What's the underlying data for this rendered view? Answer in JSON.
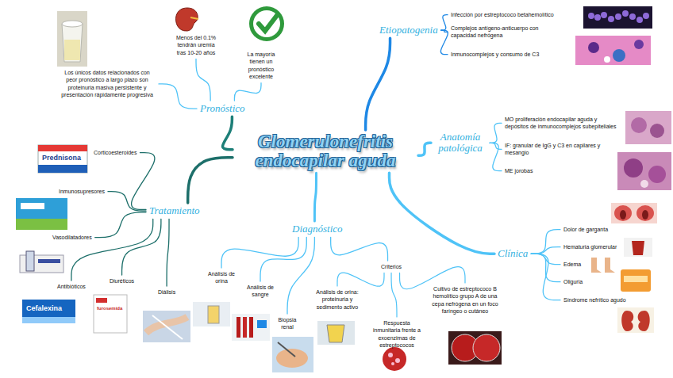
{
  "diagram": {
    "nodes": [
      {
        "text": [
          "Glomerulonefritis endocapilar aguda"
        ]
      },
      {
        "text": [
          "Etiopatogenia"
        ]
      },
      {
        "text": [
          "Infección por estreptococo betahemolítico"
        ]
      },
      {
        "text": [
          "Complejos antígeno-anticuerpo con capacidad nefrógena"
        ]
      },
      {
        "text": [
          "Inmunocomplejos y consumo de C3"
        ]
      },
      {
        "text": [
          "Anatomía patológica"
        ]
      },
      {
        "text": [
          "MO proliferación endocapilar aguda y depósitos de inmunocomplejos subepiteliales"
        ]
      },
      {
        "text": [
          "IF: granular de IgG y C3 en capilares y mesangio"
        ]
      },
      {
        "text": [
          "ME jorobas"
        ]
      },
      {
        "text": [
          "Clínica"
        ]
      },
      {
        "text": [
          "Dolor de garganta"
        ]
      },
      {
        "text": [
          "Hematuria glomerular"
        ]
      },
      {
        "text": [
          "Edema"
        ]
      },
      {
        "text": [
          "Oliguria"
        ]
      },
      {
        "text": [
          "Síndrome nefrítico agudo"
        ]
      },
      {
        "text": [
          "Diagnóstico"
        ]
      },
      {
        "text": [
          "Análisis de orina"
        ]
      },
      {
        "text": [
          "Análisis de sangre"
        ]
      },
      {
        "text": [
          "Biopsia renal"
        ]
      },
      {
        "text": [
          "Criterios"
        ]
      },
      {
        "text": [
          "Análisis de orina: proteinuria y sedimento activo"
        ]
      },
      {
        "text": [
          "Respuesta inmunitaria frente a exoenzimas de estreptococos"
        ]
      },
      {
        "text": [
          "Cultivo de estreptococo B hemolítico grupo A de una cepa nefrógena en un foco faríngeo o cutáneo"
        ]
      },
      {
        "text": [
          "Tratamiento"
        ]
      },
      {
        "text": [
          "Corticoesteroides"
        ]
      },
      {
        "text": [
          "Inmunosupresores"
        ]
      },
      {
        "text": [
          "Vasodilatadores"
        ]
      },
      {
        "text": [
          "Antibióticos"
        ]
      },
      {
        "text": [
          "Diuréticos"
        ]
      },
      {
        "text": [
          "Diálisis"
        ]
      },
      {
        "text": [
          "Pronóstico"
        ]
      },
      {
        "text": [
          "Menos del 0.1% tendrán uremia tras 10-20 años"
        ]
      },
      {
        "text": [
          "La mayoría tienen un pronóstico excelente"
        ]
      },
      {
        "text": [
          "Los únicos datos relacionados con peor pronóstico a largo plazo son proteinuria masiva persistente y presentación rápidamente progresiva"
        ]
      }
    ],
    "edges": [
      {
        "from": 0,
        "to": 1,
        "arrow": "none"
      },
      {
        "from": 1,
        "to": 2,
        "arrow": "none"
      },
      {
        "from": 1,
        "to": 3,
        "arrow": "none"
      },
      {
        "from": 1,
        "to": 4,
        "arrow": "none"
      },
      {
        "from": 0,
        "to": 5,
        "arrow": "none"
      },
      {
        "from": 5,
        "to": 6,
        "arrow": "none"
      },
      {
        "from": 5,
        "to": 7,
        "arrow": "none"
      },
      {
        "from": 5,
        "to": 8,
        "arrow": "none"
      },
      {
        "from": 0,
        "to": 9,
        "arrow": "none"
      },
      {
        "from": 9,
        "to": 10,
        "arrow": "none"
      },
      {
        "from": 9,
        "to": 11,
        "arrow": "none"
      },
      {
        "from": 9,
        "to": 12,
        "arrow": "none"
      },
      {
        "from": 9,
        "to": 13,
        "arrow": "none"
      },
      {
        "from": 9,
        "to": 14,
        "arrow": "none"
      },
      {
        "from": 0,
        "to": 15,
        "arrow": "none"
      },
      {
        "from": 15,
        "to": 16,
        "arrow": "none"
      },
      {
        "from": 15,
        "to": 17,
        "arrow": "none"
      },
      {
        "from": 15,
        "to": 18,
        "arrow": "none"
      },
      {
        "from": 15,
        "to": 19,
        "arrow": "none"
      },
      {
        "from": 19,
        "to": 20,
        "arrow": "none"
      },
      {
        "from": 19,
        "to": 21,
        "arrow": "none"
      },
      {
        "from": 19,
        "to": 22,
        "arrow": "none"
      },
      {
        "from": 0,
        "to": 23,
        "arrow": "none"
      },
      {
        "from": 23,
        "to": 24,
        "arrow": "none"
      },
      {
        "from": 23,
        "to": 25,
        "arrow": "none"
      },
      {
        "from": 23,
        "to": 26,
        "arrow": "none"
      },
      {
        "from": 23,
        "to": 27,
        "arrow": "none"
      },
      {
        "from": 23,
        "to": 28,
        "arrow": "none"
      },
      {
        "from": 23,
        "to": 29,
        "arrow": "none"
      },
      {
        "from": 0,
        "to": 30,
        "arrow": "none"
      },
      {
        "from": 30,
        "to": 31,
        "arrow": "none"
      },
      {
        "from": 30,
        "to": 32,
        "arrow": "none"
      },
      {
        "from": 30,
        "to": 33,
        "arrow": "none"
      }
    ],
    "labels": [
      "Prednisona",
      "Cefalexina",
      "furosemida"
    ]
  }
}
